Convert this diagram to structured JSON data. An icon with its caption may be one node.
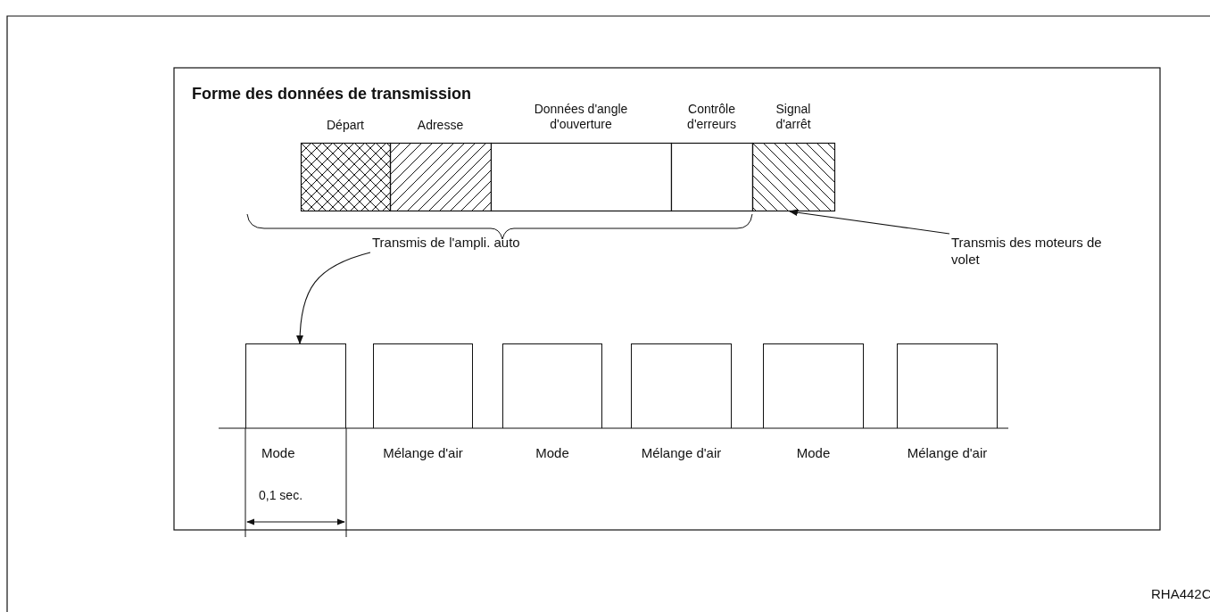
{
  "diagram": {
    "title": "Forme des données de transmission",
    "nodes": [
      {
        "text": [
          "Départ"
        ]
      },
      {
        "text": [
          "Adresse"
        ]
      },
      {
        "text": [
          "Données d'angle d'ouverture"
        ]
      },
      {
        "text": [
          "Contrôle d'erreurs"
        ]
      },
      {
        "text": [
          "Signal d'arrêt"
        ]
      },
      {
        "text": [
          "Transmis de l'ampli. auto"
        ]
      },
      {
        "text": [
          "Transmis des moteurs de volet"
        ]
      },
      {
        "text": [],
        "shape": "box",
        "beside": [
          "Mode"
        ]
      },
      {
        "text": [],
        "shape": "box",
        "beside": [
          "Mélange d'air"
        ]
      },
      {
        "text": [],
        "shape": "box",
        "beside": [
          "Mode"
        ]
      },
      {
        "text": [],
        "shape": "box",
        "beside": [
          "Mélange d'air"
        ]
      },
      {
        "text": [],
        "shape": "box",
        "beside": [
          "Mode"
        ]
      },
      {
        "text": [],
        "shape": "box",
        "beside": [
          "Mélange d'air"
        ]
      }
    ],
    "edges": [
      {
        "from": 5,
        "to": 7,
        "arrow": "to"
      },
      {
        "from": 6,
        "to": 4,
        "arrow": "to"
      }
    ],
    "labels": [
      "0,1 sec.",
      "RHA442C"
    ]
  }
}
